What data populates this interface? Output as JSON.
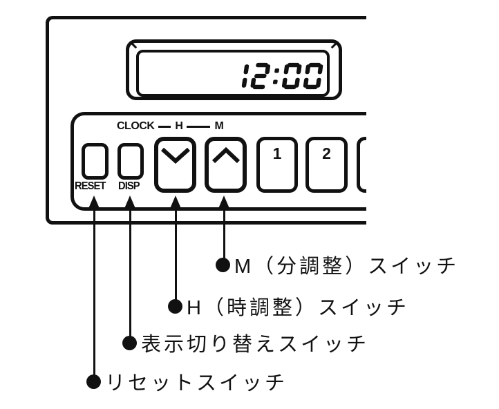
{
  "figure": {
    "display": {
      "time": "12:00"
    },
    "clock_adjust_header": {
      "clock": "CLOCK",
      "h": "H",
      "m": "M"
    },
    "buttons": {
      "reset_label": "RESET",
      "disp_label": "DISP",
      "hour_down_icon": "chevron-down",
      "minute_up_icon": "chevron-up",
      "preset_1": "1",
      "preset_2": "2"
    },
    "callouts": [
      {
        "target": "minute-button",
        "label": "M（分調整）スイッチ"
      },
      {
        "target": "hour-button",
        "label": "H（時調整）スイッチ"
      },
      {
        "target": "disp-button",
        "label": "表示切り替えスイッチ"
      },
      {
        "target": "reset-button",
        "label": "リセットスイッチ"
      }
    ],
    "colors": {
      "ink": "#111111",
      "background": "#ffffff"
    }
  }
}
